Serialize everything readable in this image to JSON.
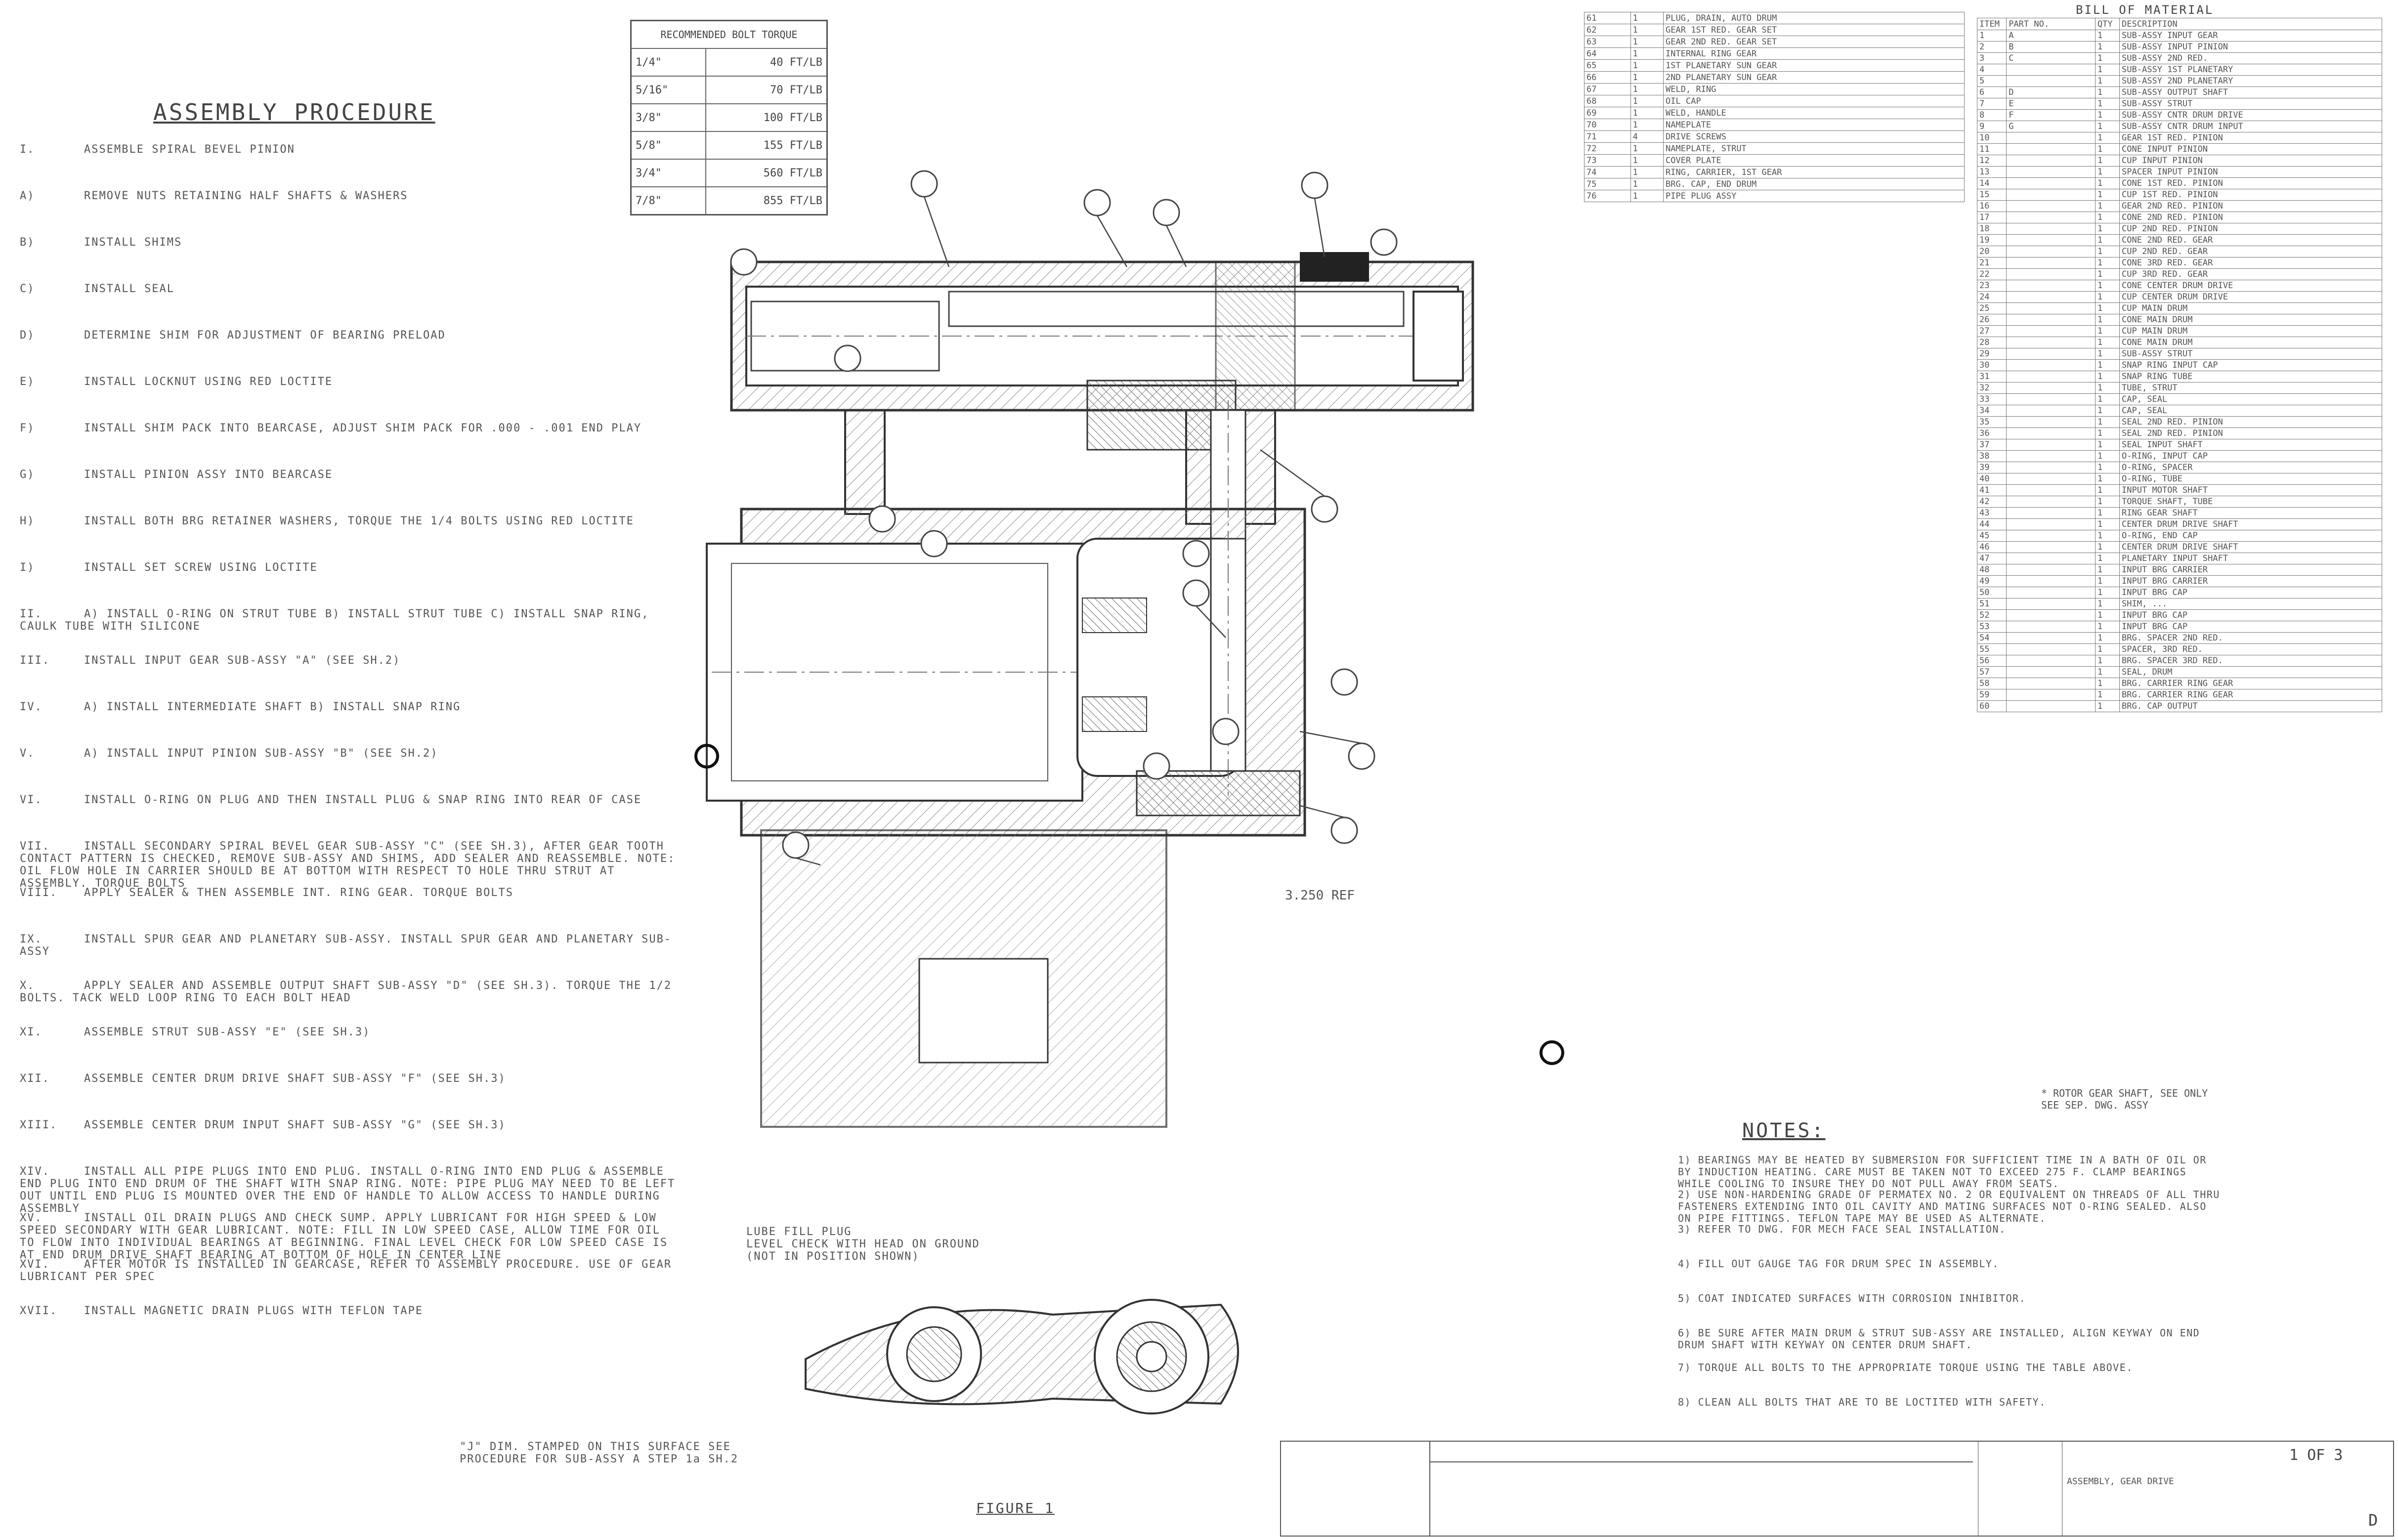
{
  "procedure": {
    "title": "ASSEMBLY PROCEDURE",
    "lines": [
      {
        "num": "I.",
        "text": "ASSEMBLE SPIRAL BEVEL PINION"
      },
      {
        "num": "A)",
        "text": "REMOVE NUTS RETAINING HALF SHAFTS & WASHERS"
      },
      {
        "num": "B)",
        "text": "INSTALL SHIMS"
      },
      {
        "num": "C)",
        "text": "INSTALL SEAL"
      },
      {
        "num": "D)",
        "text": "DETERMINE SHIM FOR ADJUSTMENT OF BEARING PRELOAD"
      },
      {
        "num": "E)",
        "text": "INSTALL LOCKNUT USING RED LOCTITE"
      },
      {
        "num": "F)",
        "text": "INSTALL SHIM PACK INTO BEARCASE, ADJUST SHIM PACK FOR .000 - .001 END PLAY"
      },
      {
        "num": "G)",
        "text": "INSTALL PINION ASSY INTO BEARCASE"
      },
      {
        "num": "H)",
        "text": "INSTALL BOTH BRG RETAINER WASHERS, TORQUE THE 1/4 BOLTS USING RED LOCTITE"
      },
      {
        "num": "I)",
        "text": "INSTALL SET SCREW USING LOCTITE"
      },
      {
        "num": "II.",
        "text": "A) INSTALL O-RING ON STRUT TUBE  B) INSTALL STRUT TUBE  C) INSTALL SNAP RING, CAULK TUBE WITH SILICONE"
      },
      {
        "num": "III.",
        "text": "INSTALL INPUT GEAR SUB-ASSY \"A\" (SEE SH.2)"
      },
      {
        "num": "IV.",
        "text": "A) INSTALL INTERMEDIATE SHAFT  B) INSTALL SNAP RING"
      },
      {
        "num": "V.",
        "text": "A) INSTALL INPUT PINION SUB-ASSY \"B\" (SEE SH.2)"
      },
      {
        "num": "VI.",
        "text": "INSTALL O-RING ON PLUG AND THEN INSTALL PLUG & SNAP RING INTO REAR OF CASE"
      },
      {
        "num": "VII.",
        "text": "INSTALL SECONDARY SPIRAL BEVEL GEAR SUB-ASSY \"C\" (SEE SH.3), AFTER GEAR TOOTH CONTACT PATTERN IS CHECKED, REMOVE SUB-ASSY AND SHIMS, ADD SEALER AND REASSEMBLE. NOTE: OIL FLOW HOLE IN CARRIER SHOULD BE AT BOTTOM WITH RESPECT TO HOLE THRU STRUT AT ASSEMBLY. TORQUE BOLTS"
      },
      {
        "num": "VIII.",
        "text": "APPLY SEALER & THEN ASSEMBLE INT. RING GEAR. TORQUE BOLTS"
      },
      {
        "num": "IX.",
        "text": "INSTALL SPUR GEAR AND PLANETARY SUB-ASSY. INSTALL SPUR GEAR AND PLANETARY SUB-ASSY"
      },
      {
        "num": "X.",
        "text": "APPLY SEALER AND ASSEMBLE OUTPUT SHAFT SUB-ASSY \"D\" (SEE SH.3). TORQUE THE 1/2 BOLTS. TACK WELD LOOP RING TO EACH BOLT HEAD"
      },
      {
        "num": "XI.",
        "text": "ASSEMBLE STRUT SUB-ASSY \"E\" (SEE SH.3)"
      },
      {
        "num": "XII.",
        "text": "ASSEMBLE CENTER DRUM DRIVE SHAFT SUB-ASSY \"F\" (SEE SH.3)"
      },
      {
        "num": "XIII.",
        "text": "ASSEMBLE CENTER DRUM INPUT SHAFT SUB-ASSY \"G\" (SEE SH.3)"
      },
      {
        "num": "XIV.",
        "text": "INSTALL ALL PIPE PLUGS INTO END PLUG. INSTALL O-RING INTO END PLUG & ASSEMBLE END PLUG INTO END DRUM OF THE SHAFT WITH SNAP RING. NOTE: PIPE PLUG MAY NEED TO BE LEFT OUT UNTIL END PLUG IS MOUNTED OVER THE END OF HANDLE TO ALLOW ACCESS TO HANDLE DURING ASSEMBLY"
      },
      {
        "num": "XV.",
        "text": "INSTALL OIL DRAIN PLUGS AND CHECK SUMP. APPLY LUBRICANT FOR HIGH SPEED & LOW SPEED SECONDARY WITH GEAR LUBRICANT. NOTE: FILL IN LOW SPEED CASE, ALLOW TIME FOR OIL TO FLOW INTO INDIVIDUAL BEARINGS AT BEGINNING. FINAL LEVEL CHECK FOR LOW SPEED CASE IS AT END DRUM DRIVE SHAFT BEARING AT BOTTOM OF HOLE IN CENTER LINE"
      },
      {
        "num": "XVI.",
        "text": "AFTER MOTOR IS INSTALLED IN GEARCASE, REFER TO ASSEMBLY PROCEDURE. USE OF GEAR LUBRICANT PER SPEC"
      },
      {
        "num": "XVII.",
        "text": "INSTALL MAGNETIC DRAIN PLUGS WITH TEFLON TAPE"
      }
    ]
  },
  "torque_table": {
    "header": "RECOMMENDED BOLT TORQUE",
    "rows": [
      {
        "size": "1/4\"",
        "value": "40 FT/LB"
      },
      {
        "size": "5/16\"",
        "value": "70 FT/LB"
      },
      {
        "size": "3/8\"",
        "value": "100 FT/LB"
      },
      {
        "size": "5/8\"",
        "value": "155 FT/LB"
      },
      {
        "size": "3/4\"",
        "value": "560 FT/LB"
      },
      {
        "size": "7/8\"",
        "value": "855 FT/LB"
      }
    ]
  },
  "bill_of_material": {
    "title": "BILL OF MATERIAL",
    "headers": [
      "ITEM",
      "PART NO.",
      "QTY",
      "DESCRIPTION"
    ],
    "rows": [
      {
        "item": "1",
        "part": "A",
        "qty": "1",
        "desc": "SUB-ASSY INPUT GEAR"
      },
      {
        "item": "2",
        "part": "B",
        "qty": "1",
        "desc": "SUB-ASSY INPUT PINION"
      },
      {
        "item": "3",
        "part": "C",
        "qty": "1",
        "desc": "SUB-ASSY 2ND RED."
      },
      {
        "item": "4",
        "part": "",
        "qty": "1",
        "desc": "SUB-ASSY 1ST PLANETARY"
      },
      {
        "item": "5",
        "part": "",
        "qty": "1",
        "desc": "SUB-ASSY 2ND PLANETARY"
      },
      {
        "item": "6",
        "part": "D",
        "qty": "1",
        "desc": "SUB-ASSY OUTPUT SHAFT"
      },
      {
        "item": "7",
        "part": "E",
        "qty": "1",
        "desc": "SUB-ASSY STRUT"
      },
      {
        "item": "8",
        "part": "F",
        "qty": "1",
        "desc": "SUB-ASSY CNTR DRUM DRIVE"
      },
      {
        "item": "9",
        "part": "G",
        "qty": "1",
        "desc": "SUB-ASSY CNTR DRUM INPUT"
      },
      {
        "item": "10",
        "part": "",
        "qty": "1",
        "desc": "GEAR 1ST RED. PINION"
      },
      {
        "item": "11",
        "part": "",
        "qty": "1",
        "desc": "CONE INPUT PINION"
      },
      {
        "item": "12",
        "part": "",
        "qty": "1",
        "desc": "CUP INPUT PINION"
      },
      {
        "item": "13",
        "part": "",
        "qty": "1",
        "desc": "SPACER INPUT PINION"
      },
      {
        "item": "14",
        "part": "",
        "qty": "1",
        "desc": "CONE 1ST RED. PINION"
      },
      {
        "item": "15",
        "part": "",
        "qty": "1",
        "desc": "CUP 1ST RED. PINION"
      },
      {
        "item": "16",
        "part": "",
        "qty": "1",
        "desc": "GEAR 2ND RED. PINION"
      },
      {
        "item": "17",
        "part": "",
        "qty": "1",
        "desc": "CONE 2ND RED. PINION"
      },
      {
        "item": "18",
        "part": "",
        "qty": "1",
        "desc": "CUP 2ND RED. PINION"
      },
      {
        "item": "19",
        "part": "",
        "qty": "1",
        "desc": "CONE 2ND RED. GEAR"
      },
      {
        "item": "20",
        "part": "",
        "qty": "1",
        "desc": "CUP 2ND RED. GEAR"
      },
      {
        "item": "21",
        "part": "",
        "qty": "1",
        "desc": "CONE 3RD RED. GEAR"
      },
      {
        "item": "22",
        "part": "",
        "qty": "1",
        "desc": "CUP 3RD RED. GEAR"
      },
      {
        "item": "23",
        "part": "",
        "qty": "1",
        "desc": "CONE CENTER DRUM DRIVE"
      },
      {
        "item": "24",
        "part": "",
        "qty": "1",
        "desc": "CUP CENTER DRUM DRIVE"
      },
      {
        "item": "25",
        "part": "",
        "qty": "1",
        "desc": "CUP MAIN DRUM"
      },
      {
        "item": "26",
        "part": "",
        "qty": "1",
        "desc": "CONE MAIN DRUM"
      },
      {
        "item": "27",
        "part": "",
        "qty": "1",
        "desc": "CUP MAIN DRUM"
      },
      {
        "item": "28",
        "part": "",
        "qty": "1",
        "desc": "CONE MAIN DRUM"
      },
      {
        "item": "29",
        "part": "",
        "qty": "1",
        "desc": "SUB-ASSY STRUT"
      },
      {
        "item": "30",
        "part": "",
        "qty": "1",
        "desc": "SNAP RING INPUT CAP"
      },
      {
        "item": "31",
        "part": "",
        "qty": "1",
        "desc": "SNAP RING TUBE"
      },
      {
        "item": "32",
        "part": "",
        "qty": "1",
        "desc": "TUBE, STRUT"
      },
      {
        "item": "33",
        "part": "",
        "qty": "1",
        "desc": "CAP, SEAL"
      },
      {
        "item": "34",
        "part": "",
        "qty": "1",
        "desc": "CAP, SEAL"
      },
      {
        "item": "35",
        "part": "",
        "qty": "1",
        "desc": "SEAL 2ND RED. PINION"
      },
      {
        "item": "36",
        "part": "",
        "qty": "1",
        "desc": "SEAL 2ND RED. PINION"
      },
      {
        "item": "37",
        "part": "",
        "qty": "1",
        "desc": "SEAL INPUT SHAFT"
      },
      {
        "item": "38",
        "part": "",
        "qty": "1",
        "desc": "O-RING, INPUT CAP"
      },
      {
        "item": "39",
        "part": "",
        "qty": "1",
        "desc": "O-RING, SPACER"
      },
      {
        "item": "40",
        "part": "",
        "qty": "1",
        "desc": "O-RING, TUBE"
      },
      {
        "item": "41",
        "part": "",
        "qty": "1",
        "desc": "INPUT MOTOR SHAFT"
      },
      {
        "item": "42",
        "part": "",
        "qty": "1",
        "desc": "TORQUE SHAFT, TUBE"
      },
      {
        "item": "43",
        "part": "",
        "qty": "1",
        "desc": "RING GEAR SHAFT"
      },
      {
        "item": "44",
        "part": "",
        "qty": "1",
        "desc": "CENTER DRUM DRIVE SHAFT"
      },
      {
        "item": "45",
        "part": "",
        "qty": "1",
        "desc": "O-RING, END CAP"
      },
      {
        "item": "46",
        "part": "",
        "qty": "1",
        "desc": "CENTER DRUM DRIVE SHAFT"
      },
      {
        "item": "47",
        "part": "",
        "qty": "1",
        "desc": "PLANETARY INPUT SHAFT"
      },
      {
        "item": "48",
        "part": "",
        "qty": "1",
        "desc": "INPUT BRG CARRIER"
      },
      {
        "item": "49",
        "part": "",
        "qty": "1",
        "desc": "INPUT BRG CARRIER"
      },
      {
        "item": "50",
        "part": "",
        "qty": "1",
        "desc": "INPUT BRG CAP"
      },
      {
        "item": "51",
        "part": "",
        "qty": "1",
        "desc": "SHIM, ..."
      },
      {
        "item": "52",
        "part": "",
        "qty": "1",
        "desc": "INPUT BRG CAP"
      },
      {
        "item": "53",
        "part": "",
        "qty": "1",
        "desc": "INPUT BRG CAP"
      },
      {
        "item": "54",
        "part": "",
        "qty": "1",
        "desc": "BRG. SPACER 2ND RED."
      },
      {
        "item": "55",
        "part": "",
        "qty": "1",
        "desc": "SPACER, 3RD RED."
      },
      {
        "item": "56",
        "part": "",
        "qty": "1",
        "desc": "BRG. SPACER 3RD RED."
      },
      {
        "item": "57",
        "part": "",
        "qty": "1",
        "desc": "SEAL, DRUM"
      },
      {
        "item": "58",
        "part": "",
        "qty": "1",
        "desc": "BRG. CARRIER RING GEAR"
      },
      {
        "item": "59",
        "part": "",
        "qty": "1",
        "desc": "BRG. CARRIER RING GEAR"
      },
      {
        "item": "60",
        "part": "",
        "qty": "1",
        "desc": "BRG. CAP OUTPUT"
      }
    ]
  },
  "parts_table": {
    "rows": [
      {
        "item": "61",
        "qty": "1",
        "desc": "PLUG, DRAIN, AUTO DRUM"
      },
      {
        "item": "62",
        "qty": "1",
        "desc": "GEAR 1ST RED. GEAR SET"
      },
      {
        "item": "63",
        "qty": "1",
        "desc": "GEAR 2ND RED. GEAR SET"
      },
      {
        "item": "64",
        "qty": "1",
        "desc": "INTERNAL RING GEAR"
      },
      {
        "item": "65",
        "qty": "1",
        "desc": "1ST PLANETARY SUN GEAR"
      },
      {
        "item": "66",
        "qty": "1",
        "desc": "2ND PLANETARY SUN GEAR"
      },
      {
        "item": "67",
        "qty": "1",
        "desc": "WELD, RING"
      },
      {
        "item": "68",
        "qty": "1",
        "desc": "OIL CAP"
      },
      {
        "item": "69",
        "qty": "1",
        "desc": "WELD, HANDLE"
      },
      {
        "item": "70",
        "qty": "1",
        "desc": "NAMEPLATE"
      },
      {
        "item": "71",
        "qty": "4",
        "desc": "DRIVE SCREWS"
      },
      {
        "item": "72",
        "qty": "1",
        "desc": "NAMEPLATE, STRUT"
      },
      {
        "item": "73",
        "qty": "1",
        "desc": "COVER PLATE"
      },
      {
        "item": "74",
        "qty": "1",
        "desc": "RING, CARRIER, 1ST GEAR"
      },
      {
        "item": "75",
        "qty": "1",
        "desc": "BRG. CAP, END DRUM"
      },
      {
        "item": "76",
        "qty": "1",
        "desc": "PIPE PLUG ASSY"
      }
    ]
  },
  "side_note": "* ROTOR GEAR SHAFT, SEE ONLY SEE SEP. DWG. ASSY",
  "notes": {
    "title": "NOTES:",
    "items": [
      "1) BEARINGS MAY BE HEATED BY SUBMERSION FOR SUFFICIENT TIME IN A BATH OF OIL OR BY INDUCTION HEATING. CARE MUST BE TAKEN NOT TO EXCEED 275 F. CLAMP BEARINGS WHILE COOLING TO INSURE THEY DO NOT PULL AWAY FROM SEATS.",
      "2) USE NON-HARDENING GRADE OF PERMATEX NO. 2 OR EQUIVALENT ON THREADS OF ALL THRU FASTENERS EXTENDING INTO OIL CAVITY AND MATING SURFACES NOT O-RING SEALED. ALSO ON PIPE FITTINGS. TEFLON TAPE MAY BE USED AS ALTERNATE.",
      "3) REFER TO DWG. FOR MECH FACE SEAL INSTALLATION.",
      "4) FILL OUT GAUGE TAG FOR DRUM SPEC IN ASSEMBLY.",
      "5) COAT INDICATED SURFACES WITH CORROSION INHIBITOR.",
      "6) BE SURE AFTER MAIN DRUM & STRUT SUB-ASSY ARE INSTALLED, ALIGN KEYWAY ON END DRUM SHAFT WITH KEYWAY ON CENTER DRUM SHAFT.",
      "7) TORQUE ALL BOLTS TO THE APPROPRIATE TORQUE USING THE TABLE ABOVE.",
      "8) CLEAN ALL BOLTS THAT ARE TO BE LOCTITED WITH SAFETY."
    ]
  },
  "callouts": {
    "strut_dim": "3.250 REF",
    "lube_fill": "LUBE FILL PLUG\nLEVEL CHECK WITH HEAD ON GROUND\n(NOT IN POSITION SHOWN)",
    "stamp_note": "\"J\" DIM. STAMPED ON THIS SURFACE SEE\nPROCEDURE FOR SUB-ASSY A STEP 1a SH.2",
    "figure": "FIGURE 1"
  },
  "title_block": {
    "dwg_no": "",
    "sheet": "1 OF 3",
    "title": "ASSEMBLY, GEAR DRIVE",
    "rev": "D"
  },
  "colors": {
    "ink": "#444444",
    "hatch": "#888888",
    "paper": "#ffffff"
  }
}
